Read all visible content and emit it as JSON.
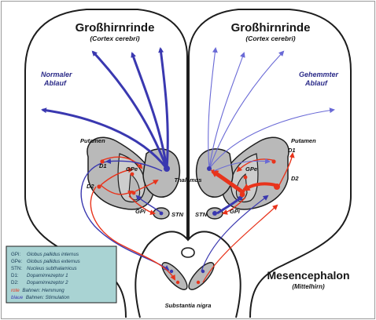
{
  "left": {
    "title": "Großhirnrinde",
    "subtitle": "(Cortex cerebri)",
    "flow_line1": "Normaler",
    "flow_line2": "Ablauf"
  },
  "right": {
    "title": "Großhirnrinde",
    "subtitle": "(Cortex cerebri)",
    "flow_line1": "Gehemmter",
    "flow_line2": "Ablauf"
  },
  "labels": {
    "putamen_left": "Putamen",
    "putamen_right": "Putamen",
    "thalamus": "Thalamus",
    "d1_left": "D1",
    "d2_left": "D2",
    "gpe_left": "GPe",
    "gpi_left": "GPi",
    "stn_left": "STN",
    "d1_right": "D1",
    "d2_right": "D2",
    "gpe_right": "GPe",
    "gpi_right": "GPi",
    "stn_right": "STN",
    "mesencephalon": "Mesencephalon",
    "mittelhirn": "(Mittelhirn)",
    "substantia_nigra": "Substantia nigra"
  },
  "legend": {
    "items": [
      {
        "key": "GPi:",
        "text": "Globus pallidus internus"
      },
      {
        "key": "GPe:",
        "text": "Globus pallidus externus"
      },
      {
        "key": "STN:",
        "text": "Nucleus subthalamicus"
      },
      {
        "key": "D1:",
        "text": "Dopaminrezeptor 1"
      },
      {
        "key": "D2:",
        "text": "Dopaminrezeptor 2"
      }
    ],
    "red_word": "rote",
    "red_rest": "Bahnen: Hemmung",
    "blue_word": "blaue",
    "blue_rest": "Bahnen: Stimulation"
  },
  "colors": {
    "blue": "#3a38b0",
    "light_blue": "#6a6ad6",
    "red": "#e8341c",
    "nucleus_fill": "#b9b9b9",
    "legend_fill": "#a9d3d3"
  }
}
